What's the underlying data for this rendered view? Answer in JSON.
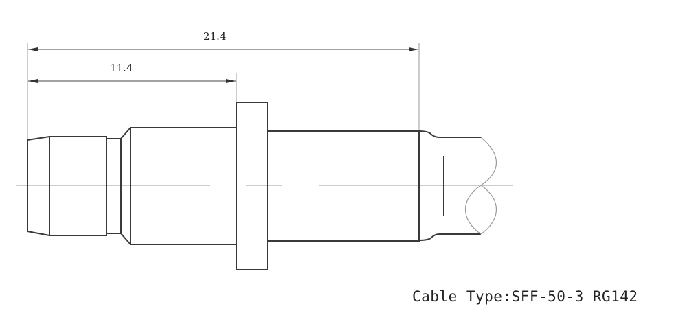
{
  "dimensions": {
    "overall_length": "21.4",
    "flange_length": "11.4"
  },
  "caption": "Cable Type:SFF-50-3 RG142",
  "colors": {
    "outline": "#3a3a3a",
    "thin": "#999999"
  }
}
